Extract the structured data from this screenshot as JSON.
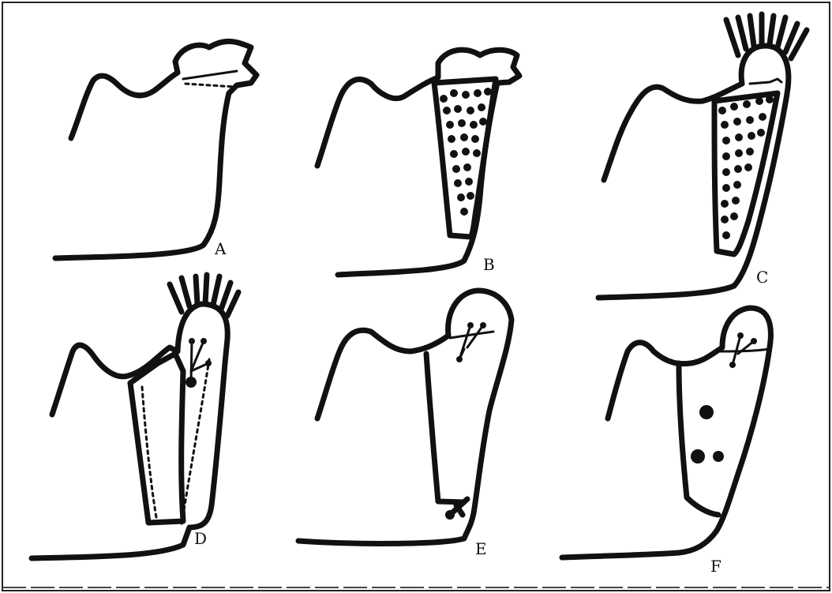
{
  "panels": [
    {
      "id": "A",
      "label": "A"
    },
    {
      "id": "B",
      "label": "B"
    },
    {
      "id": "C",
      "label": "C"
    },
    {
      "id": "D",
      "label": "D"
    },
    {
      "id": "E",
      "label": "E"
    },
    {
      "id": "F",
      "label": "F"
    }
  ],
  "colors": {
    "ink": "#111111",
    "paper": "#ffffff"
  }
}
